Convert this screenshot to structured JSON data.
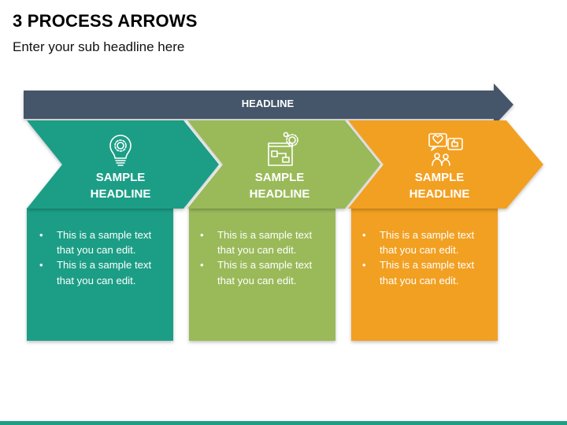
{
  "title": "3 PROCESS ARROWS",
  "subtitle": "Enter your sub headline here",
  "banner": {
    "label": "HEADLINE",
    "color": "#44546a"
  },
  "steps": [
    {
      "title_line1": "SAMPLE",
      "title_line2": "HEADLINE",
      "icon": "lightbulb-gear-icon",
      "color": "#1f9e86",
      "bullets": [
        "This is a sample text that you can edit.",
        "This is a sample text that you can edit."
      ]
    },
    {
      "title_line1": "SAMPLE",
      "title_line2": "HEADLINE",
      "icon": "blueprint-gear-icon",
      "color": "#9aba5a",
      "bullets": [
        "This is a sample text that you can edit.",
        "This is a sample text that you can edit."
      ]
    },
    {
      "title_line1": "SAMPLE",
      "title_line2": "HEADLINE",
      "icon": "social-feedback-icon",
      "color": "#f2a024",
      "bullets": [
        "This is a sample text that you can edit.",
        "This is a sample text that you can edit."
      ]
    }
  ]
}
